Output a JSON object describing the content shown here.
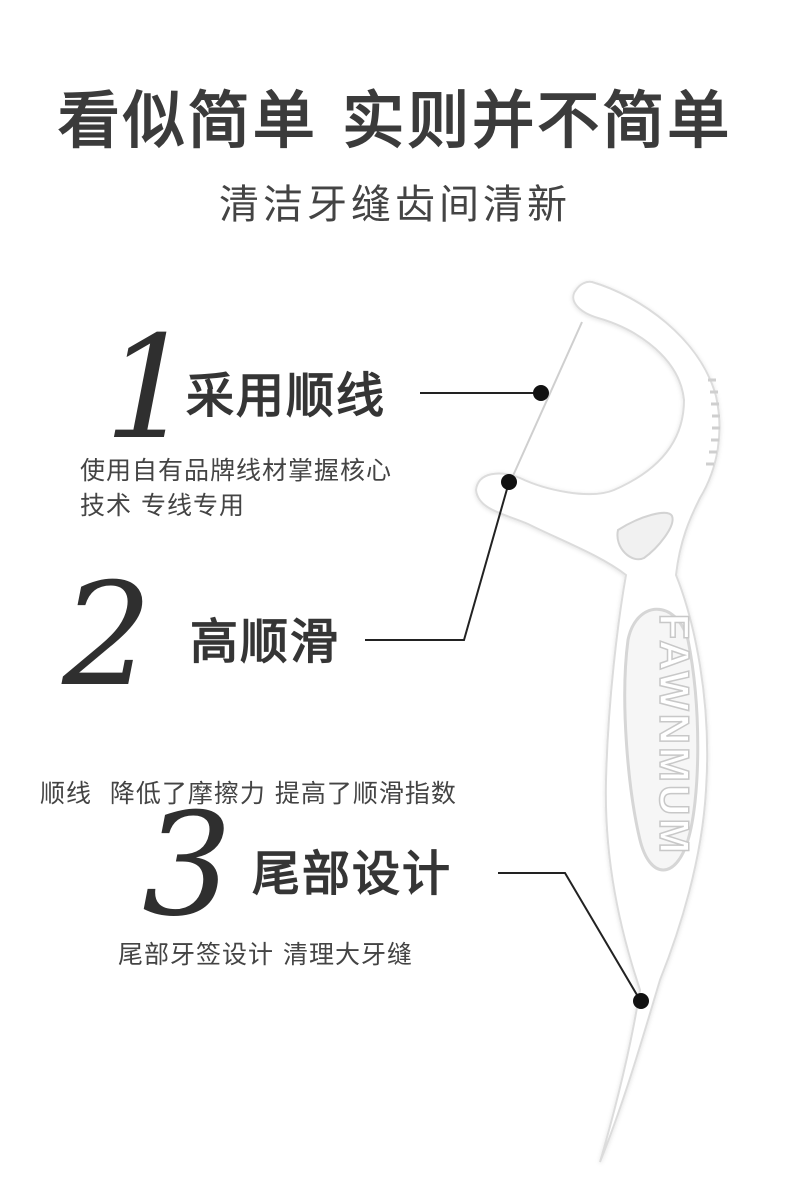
{
  "header": {
    "title": "看似简单 实则并不简单",
    "subtitle": "清洁牙缝齿间清新"
  },
  "features": [
    {
      "number": "1",
      "title": "采用顺线",
      "desc_lines": [
        "使用自有品牌线材掌握核心",
        "技术 专线专用"
      ]
    },
    {
      "number": "2",
      "title": "高顺滑",
      "desc_lines": [
        "顺线  降低了摩擦力 提高了顺滑指数"
      ]
    },
    {
      "number": "3",
      "title": "尾部设计",
      "desc_lines": [
        "尾部牙签设计 清理大牙缝"
      ]
    }
  ],
  "product": {
    "brand": "FAWNMUM",
    "body_color": "#ffffff",
    "outline_color": "#dcdcdc",
    "emboss_color": "#d2d2d2"
  }
}
